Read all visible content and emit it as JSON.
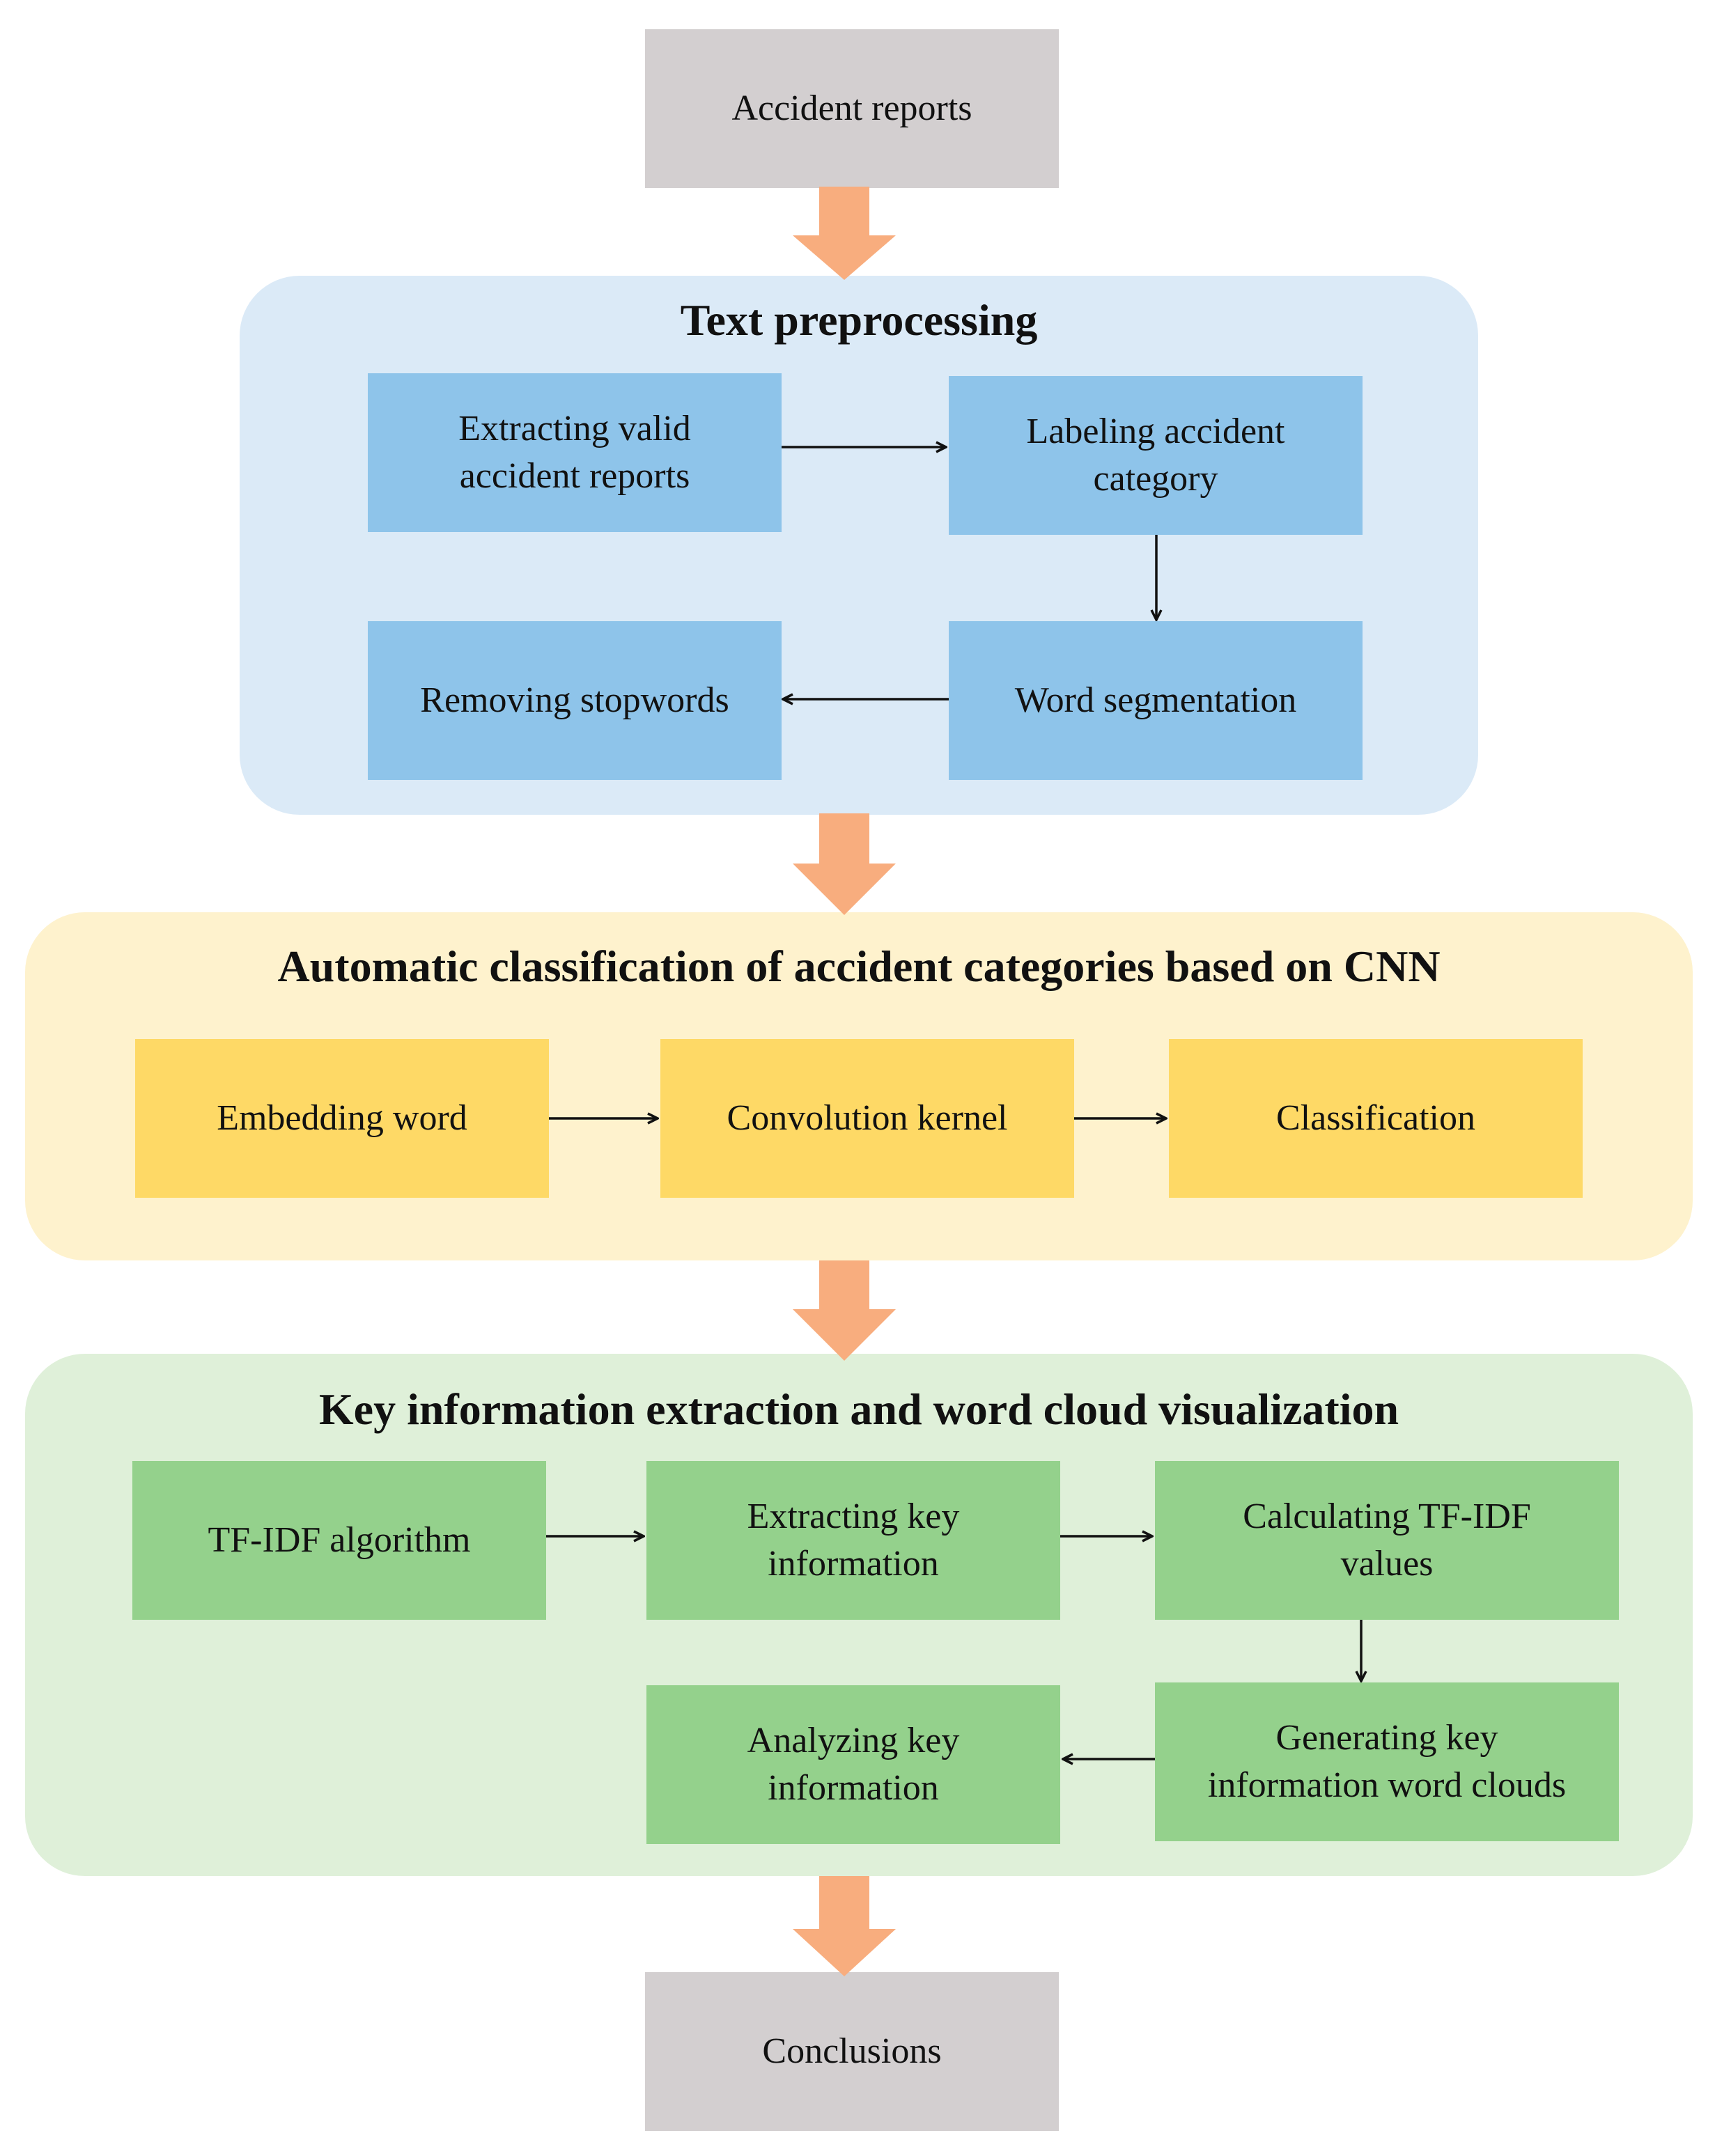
{
  "start": {
    "label": "Accident reports"
  },
  "end": {
    "label": "Conclusions"
  },
  "text_preprocessing": {
    "title": "Text preprocessing",
    "extracting": [
      "Extracting valid",
      "accident reports"
    ],
    "labeling": [
      "Labeling accident",
      "category"
    ],
    "segmentation": "Word segmentation",
    "stopwords": "Removing stopwords"
  },
  "cnn_classification": {
    "title": "Automatic classification of accident categories based on CNN",
    "embedding": "Embedding word",
    "convolution": "Convolution kernel",
    "classification": "Classification"
  },
  "key_information": {
    "title": "Key information extraction and word cloud visualization",
    "tfidf": "TF-IDF algorithm",
    "extracting_key": [
      "Extracting key",
      "information"
    ],
    "calculating": [
      "Calculating TF-IDF",
      "values"
    ],
    "generating": [
      "Generating key",
      "information word clouds"
    ],
    "analyzing": [
      "Analyzing key",
      "information"
    ]
  },
  "colors": {
    "terminal": "#d3cfd0",
    "blue_panel": "#dbeaf7",
    "blue_step": "#8ec4ea",
    "yellow_panel": "#fef2cd",
    "yellow_step": "#fed966",
    "green_panel": "#dff0d9",
    "green_step": "#94d18c",
    "flow_arrow": "#f8ad7e"
  }
}
